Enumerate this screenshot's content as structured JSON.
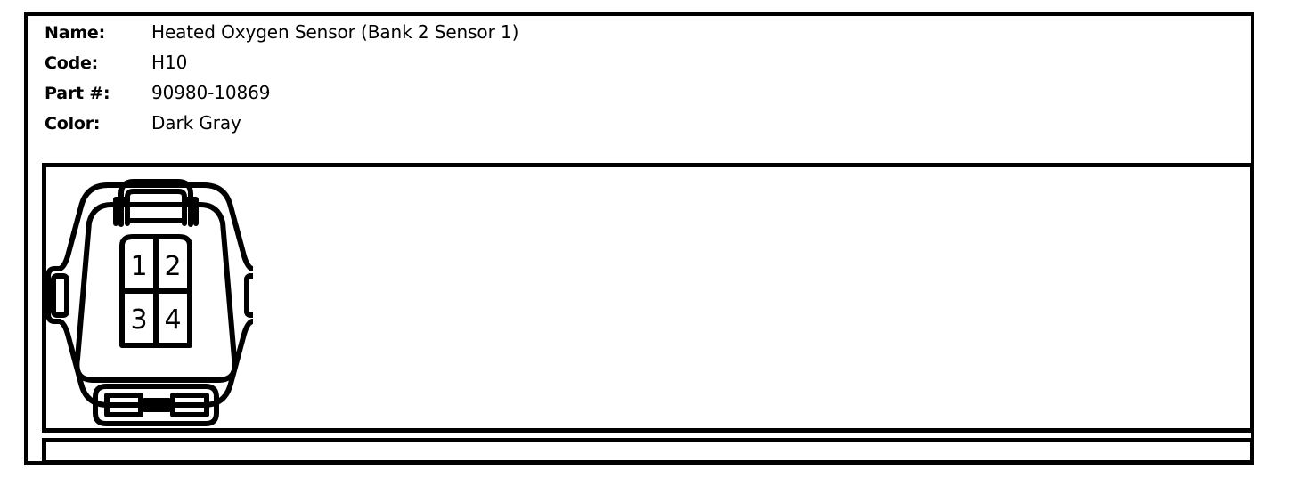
{
  "spec": {
    "rows": [
      {
        "label": "Name:",
        "value": "Heated Oxygen Sensor (Bank 2 Sensor 1)"
      },
      {
        "label": "Code:",
        "value": "H10"
      },
      {
        "label": "Part #:",
        "value": "90980-10869"
      },
      {
        "label": "Color:",
        "value": "Dark Gray"
      }
    ]
  },
  "diagram": {
    "type": "connector-pinout",
    "shape": "4-pin rectangular connector, rounded body, top latch, bottom locking tab, side retention tabs",
    "pin_count": 4,
    "pin_layout": "2 columns x 2 rows",
    "pins": [
      {
        "number": "1",
        "row": 0,
        "col": 0
      },
      {
        "number": "2",
        "row": 0,
        "col": 1
      },
      {
        "number": "3",
        "row": 1,
        "col": 0
      },
      {
        "number": "4",
        "row": 1,
        "col": 1
      }
    ],
    "line_color": "#000000",
    "fill_color": "#ffffff"
  }
}
